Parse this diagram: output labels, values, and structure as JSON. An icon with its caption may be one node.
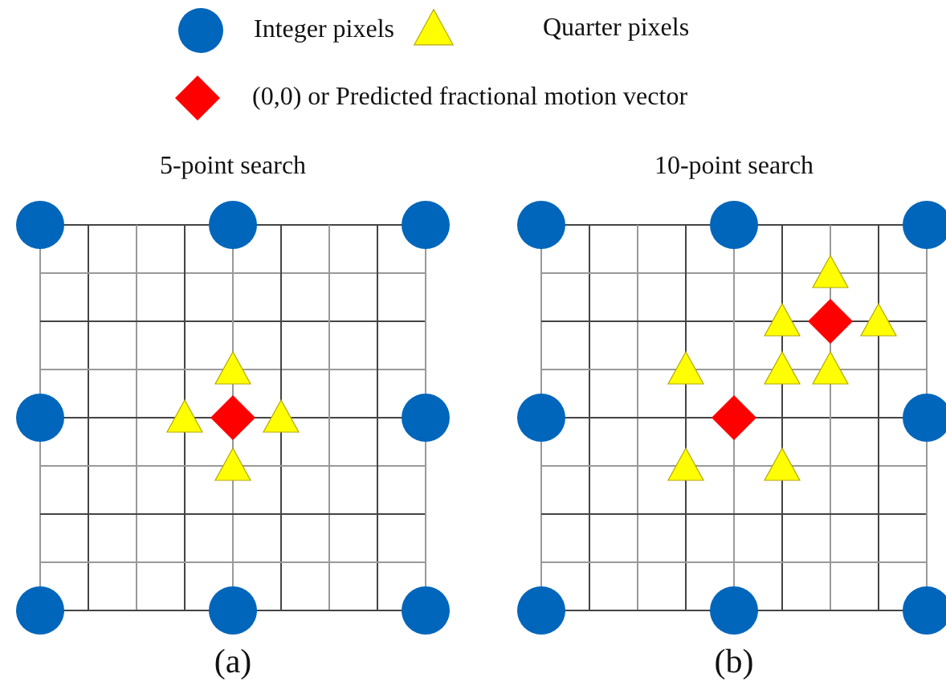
{
  "diagram": {
    "labels": [
      "5-point search",
      "10-point search",
      "(a)",
      "(b)"
    ],
    "legend": [
      {
        "text": "Integer pixels"
      },
      {
        "text": "Quarter pixels"
      },
      {
        "text": "(0,0) or Predicted fractional motion vector"
      }
    ]
  }
}
